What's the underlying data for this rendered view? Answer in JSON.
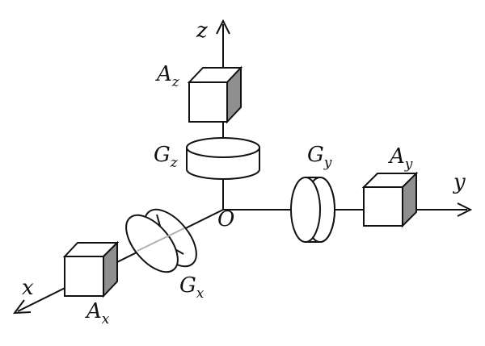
{
  "axes": {
    "x": "x",
    "y": "y",
    "z": "z",
    "origin": "O"
  },
  "labels": {
    "Az": {
      "main": "A",
      "sub": "z"
    },
    "Gz": {
      "main": "G",
      "sub": "z"
    },
    "Gy": {
      "main": "G",
      "sub": "y"
    },
    "Ay": {
      "main": "A",
      "sub": "y"
    },
    "Gx": {
      "main": "G",
      "sub": "x"
    },
    "Ax": {
      "main": "A",
      "sub": "x"
    }
  },
  "colors": {
    "stroke": "#111111",
    "cube_front": "#ffffff",
    "cube_top": "#ffffff",
    "cube_side": "#8f8f8f",
    "background": "#ffffff"
  }
}
